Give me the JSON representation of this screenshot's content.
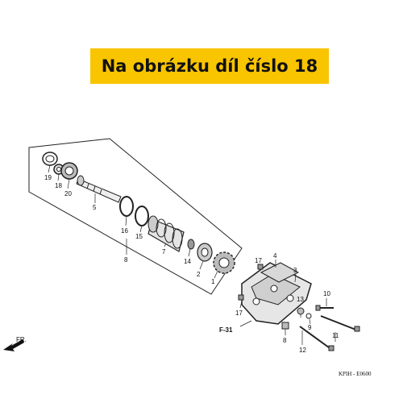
{
  "banner": {
    "text": "Na obrázku díl číslo 18",
    "color": "#f9c400"
  },
  "parts": [
    {
      "id": "19",
      "label": "19"
    },
    {
      "id": "18",
      "label": "18"
    },
    {
      "id": "20",
      "label": "20"
    },
    {
      "id": "5",
      "label": "5"
    },
    {
      "id": "16",
      "label": "16"
    },
    {
      "id": "15",
      "label": "15"
    },
    {
      "id": "7",
      "label": "7"
    },
    {
      "id": "14",
      "label": "14"
    },
    {
      "id": "2",
      "label": "2"
    },
    {
      "id": "1",
      "label": "1"
    },
    {
      "id": "8a",
      "label": "8"
    },
    {
      "id": "17a",
      "label": "17"
    },
    {
      "id": "4",
      "label": "4"
    },
    {
      "id": "3",
      "label": "3"
    },
    {
      "id": "10",
      "label": "10"
    },
    {
      "id": "17b",
      "label": "17"
    },
    {
      "id": "13",
      "label": "13"
    },
    {
      "id": "9",
      "label": "9"
    },
    {
      "id": "11",
      "label": "11"
    },
    {
      "id": "8b",
      "label": "8"
    },
    {
      "id": "12",
      "label": "12"
    }
  ],
  "ref_label": "F-31",
  "fr_label": "FR.",
  "diagram_code": "KPIH - E0600"
}
